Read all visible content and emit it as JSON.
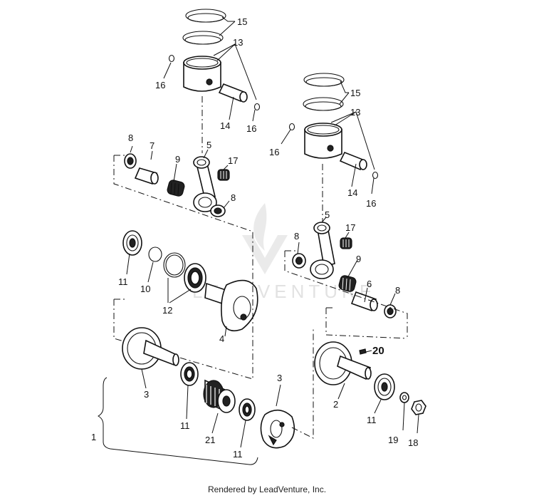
{
  "watermark": {
    "text": "LEADVENTURE"
  },
  "footer": {
    "text": "Rendered by LeadVenture, Inc."
  },
  "callouts": {
    "c15a": "15",
    "c13a": "13",
    "c16a": "16",
    "c16b": "16",
    "c14a": "14",
    "c8a": "8",
    "c7": "7",
    "c9a": "9",
    "c5a": "5",
    "c17a": "17",
    "c8b": "8",
    "c11a": "11",
    "c10": "10",
    "c12": "12",
    "c4": "4",
    "c3a": "3",
    "c11b": "11",
    "c21": "21",
    "c11c": "11",
    "c3b": "3",
    "c1": "1",
    "c15b": "15",
    "c13b": "13",
    "c16c": "16",
    "c16d": "16",
    "c14b": "14",
    "c5b": "5",
    "c17b": "17",
    "c8c": "8",
    "c9b": "9",
    "c6": "6",
    "c8d": "8",
    "c20": "20",
    "c2": "2",
    "c11d": "11",
    "c19": "19",
    "c18": "18"
  }
}
